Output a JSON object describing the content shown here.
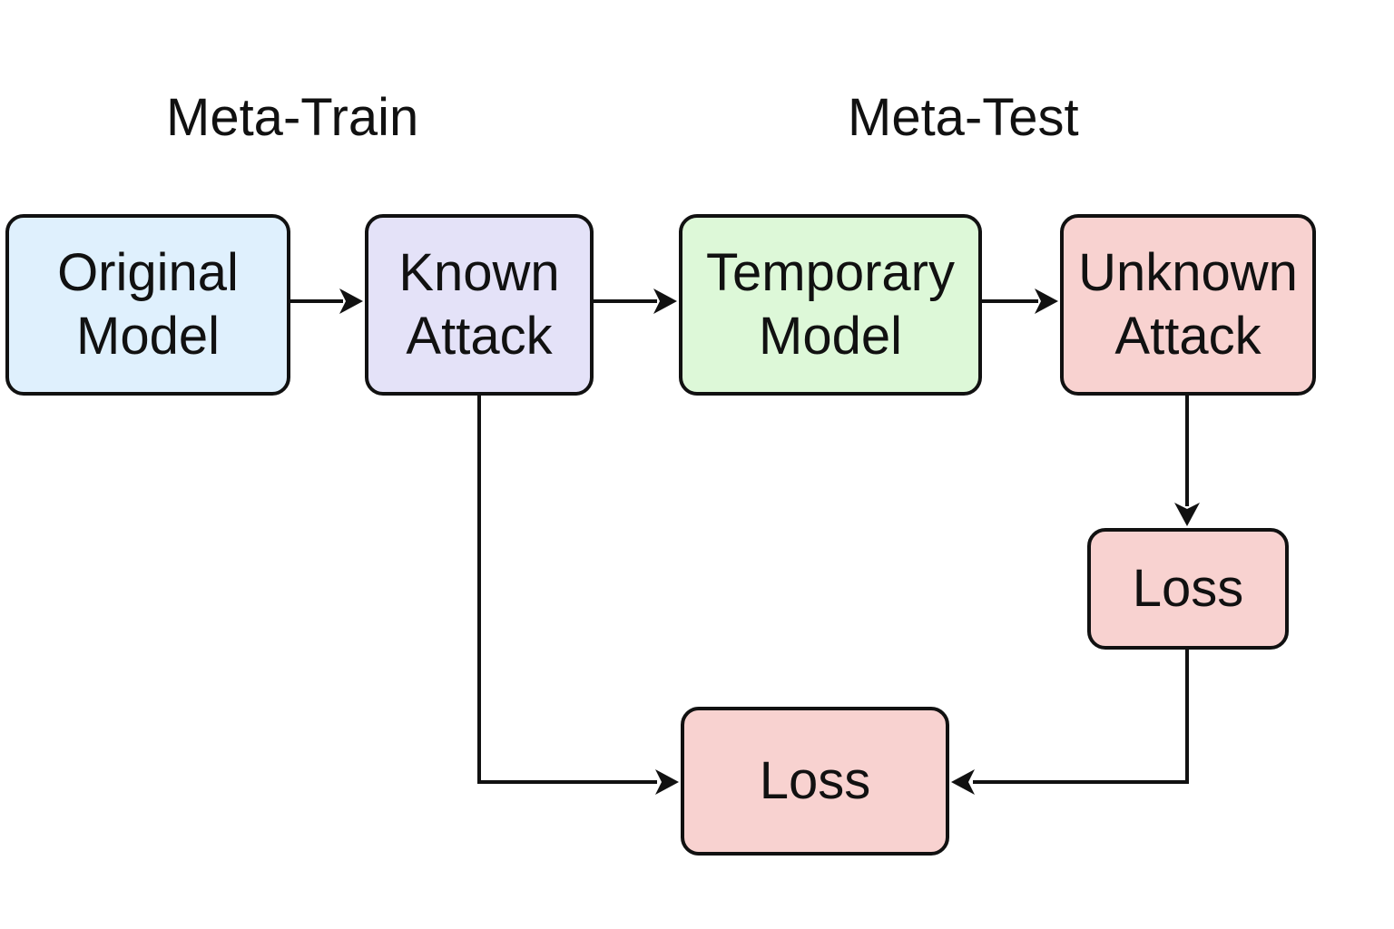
{
  "phases": {
    "train_label": "Meta-Train",
    "test_label": "Meta-Test"
  },
  "nodes": {
    "original_model": {
      "line1": "Original",
      "line2": "Model",
      "fill": "#dff0fd"
    },
    "known_attack": {
      "line1": "Known",
      "line2": "Attack",
      "fill": "#e4e2f8"
    },
    "temporary_model": {
      "line1": "Temporary",
      "line2": "Model",
      "fill": "#ddf8d8"
    },
    "unknown_attack": {
      "line1": "Unknown",
      "line2": "Attack",
      "fill": "#f8d2d0"
    },
    "loss_right": {
      "label": "Loss",
      "fill": "#f8d2d0"
    },
    "loss_bottom": {
      "label": "Loss",
      "fill": "#f8d2d0"
    }
  },
  "edges": [
    {
      "from": "original_model",
      "to": "known_attack"
    },
    {
      "from": "known_attack",
      "to": "temporary_model"
    },
    {
      "from": "temporary_model",
      "to": "unknown_attack"
    },
    {
      "from": "unknown_attack",
      "to": "loss_right"
    },
    {
      "from": "known_attack",
      "to": "loss_bottom"
    },
    {
      "from": "loss_right",
      "to": "loss_bottom"
    }
  ],
  "colors": {
    "stroke": "#111111",
    "background": "#ffffff"
  }
}
